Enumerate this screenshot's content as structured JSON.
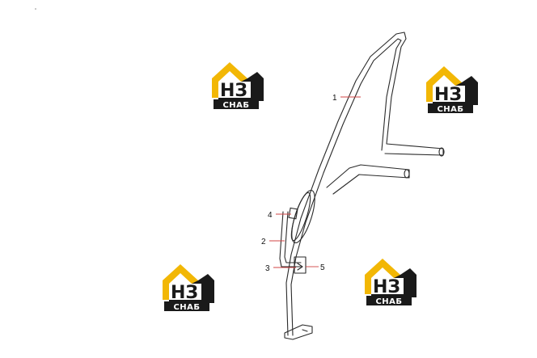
{
  "logo": {
    "mark": "НЗ",
    "caption": "СНАБ",
    "colors": {
      "roof": "#f2b705",
      "body": "#1a1a1a",
      "panel": "#ffffff"
    }
  },
  "callouts": [
    {
      "id": "1",
      "label": "1"
    },
    {
      "id": "2",
      "label": "2"
    },
    {
      "id": "3",
      "label": "3"
    },
    {
      "id": "4",
      "label": "4"
    },
    {
      "id": "5",
      "label": "5"
    }
  ],
  "colors": {
    "line": "#2a2a2a",
    "leader": "#d04545"
  }
}
